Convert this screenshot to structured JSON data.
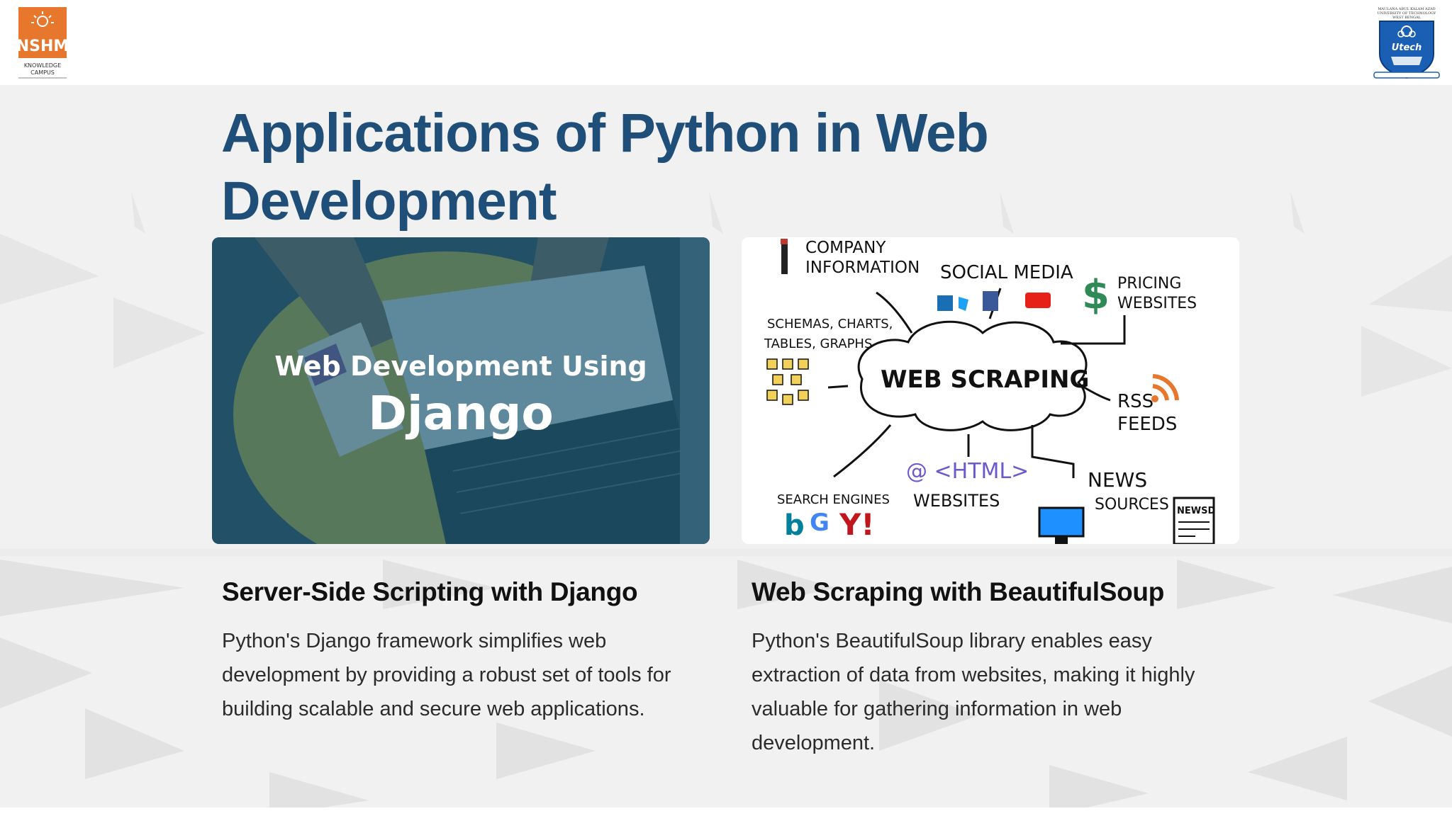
{
  "slide": {
    "title_line1": "Applications of Python in Web",
    "title_line2": "Development"
  },
  "logos": {
    "left": {
      "name": "NSHM",
      "subtitle_line1": "KNOWLEDGE",
      "subtitle_line2": "CAMPUS"
    },
    "right": {
      "name": "Utech",
      "caption_line1": "MAULANA ABUL KALAM AZAD",
      "caption_line2": "UNIVERSITY OF TECHNOLOGY",
      "caption_line3": "WEST BENGAL"
    }
  },
  "cards": [
    {
      "image_text_line1": "Web Development Using",
      "image_text_line2": "Django",
      "heading": "Server-Side Scripting with Django",
      "body": "Python's Django framework simplifies web development by providing a robust set of tools for building scalable and secure web applications."
    },
    {
      "diagram": {
        "center": "WEB SCRAPING",
        "company_line1": "COMPANY",
        "company_line2": "INFORMATION",
        "social": "SOCIAL MEDIA",
        "pricing_line1": "PRICING",
        "pricing_line2": "WEBSITES",
        "schemas_line1": "SCHEMAS, CHARTS,",
        "schemas_line2": "TABLES, GRAPHS",
        "rss_line1": "RSS",
        "rss_line2": "FEEDS",
        "search": "SEARCH ENGINES",
        "html": "@ <HTML>",
        "websites": "WEBSITES",
        "news_line1": "NEWS",
        "news_line2": "SOURCES",
        "newspaper": "NEWSD"
      },
      "heading": "Web Scraping with BeautifulSoup",
      "body": "Python's BeautifulSoup library enables easy extraction of data from websites, making it highly valuable for gathering information in web development."
    }
  ],
  "colors": {
    "title": "#1f4e79",
    "nshm_orange": "#e8772e",
    "utech_blue": "#1a5fb4",
    "overlay": "#1d5d7a"
  }
}
